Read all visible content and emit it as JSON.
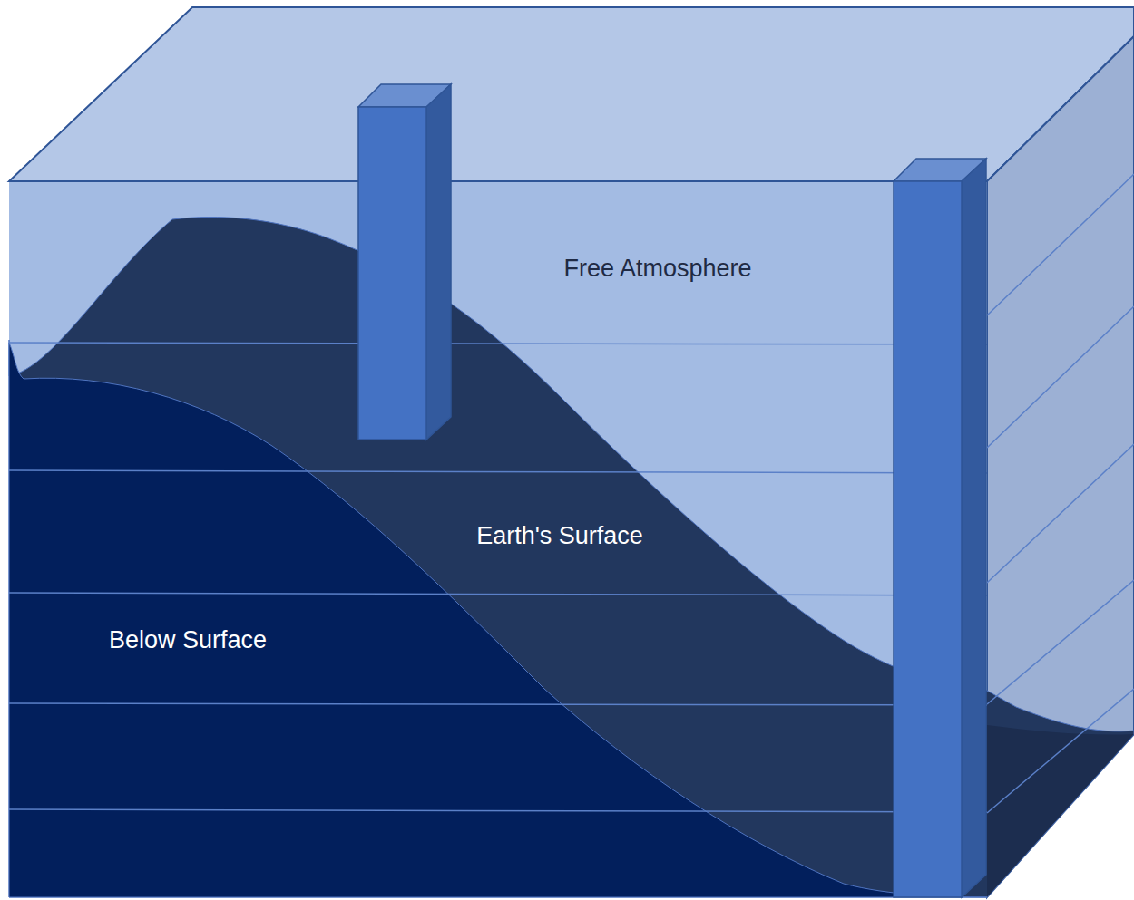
{
  "diagram": {
    "labels": [
      "Free Atmosphere",
      "Earth's Surface",
      "Below Surface"
    ]
  }
}
